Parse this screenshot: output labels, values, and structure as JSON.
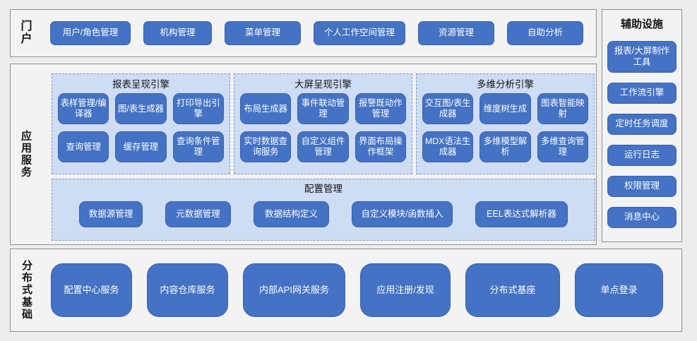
{
  "colors": {
    "node_blue": "#4472C4",
    "node_border": "#3A63AC",
    "group_fill_light_blue": "#CEDCF4",
    "group_dashed_border": "#7E97C8",
    "section_fill": "#F3F3F3",
    "section_border": "#8F8F8F",
    "page_background": "#EDEDED",
    "node_text": "#FFFFFF",
    "label_text": "#141414"
  },
  "portal": {
    "label": "门户",
    "buttons": [
      "用户/角色管理",
      "机构管理",
      "菜单管理",
      "个人工作空间管理",
      "资源管理",
      "自助分析"
    ]
  },
  "app_services": {
    "label": "应用服务",
    "engines": [
      {
        "title": "报表呈现引擎",
        "buttons": [
          "表样管理/编译器",
          "图/表生成器",
          "打印导出引擎",
          "查询管理",
          "缓存管理",
          "查询条件管理"
        ]
      },
      {
        "title": "大屏呈现引擎",
        "buttons": [
          "布局生成器",
          "事件联动管理",
          "报警既动作管理",
          "实时数据查询服务",
          "自定义组件管理",
          "界面布局操作框架"
        ]
      },
      {
        "title": "多维分析引擎",
        "buttons": [
          "交互图/表生成器",
          "维度树生成",
          "图表智能映射",
          "MDX语法生成器",
          "多维模型解析",
          "多维查询管理"
        ]
      }
    ],
    "config": {
      "title": "配置管理",
      "buttons": [
        "数据源管理",
        "元数据管理",
        "数据结构定义",
        "自定义模块/函数插入",
        "EEL表达式解析器"
      ]
    }
  },
  "distributed": {
    "label": "分布式基础",
    "buttons": [
      "配置中心服务",
      "内容仓库服务",
      "内部API网关服务",
      "应用注册/发现",
      "分布式基座",
      "单点登录"
    ]
  },
  "auxiliary": {
    "title": "辅助设施",
    "buttons": [
      "报表/大屏制作工具",
      "工作流引擎",
      "定时任务调度",
      "运行日志",
      "权限管理",
      "消息中心"
    ]
  }
}
